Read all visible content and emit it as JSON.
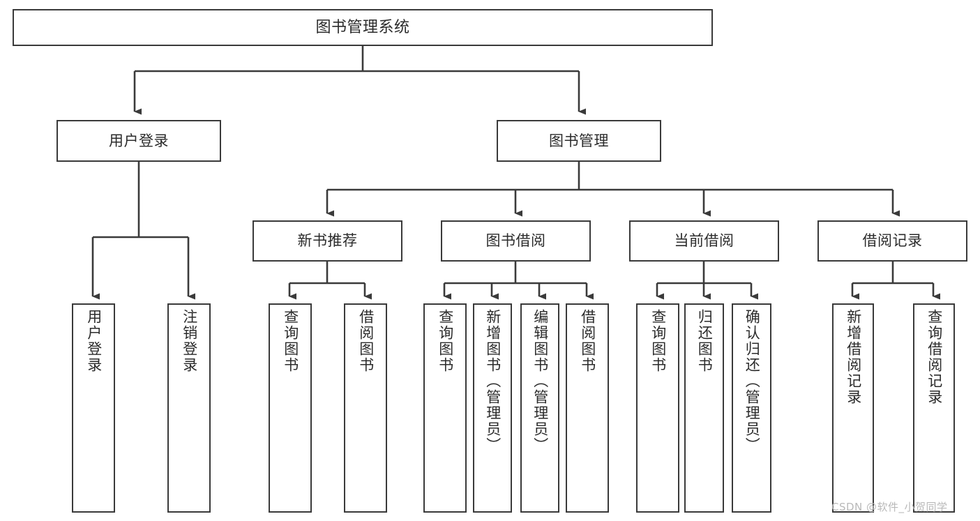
{
  "diagram": {
    "title": "图书管理系统",
    "watermark": "CSDN @软件_小贺同学",
    "line_color": "#3a3a3a",
    "text_color": "#2b2b2b",
    "background_color": "#ffffff",
    "nodes": {
      "root": "图书管理系统",
      "l1_user_login": "用户登录",
      "l1_book_manage": "图书管理",
      "l2_new_book_rec": "新书推荐",
      "l2_book_borrow": "图书借阅",
      "l2_current_borrow": "当前借阅",
      "l2_borrow_record": "借阅记录",
      "leaf_user_login": "用户登录",
      "leaf_logout_login": "注销登录",
      "leaf_query_book_1": "查询图书",
      "leaf_borrow_book_1": "借阅图书",
      "leaf_query_book_2": "查询图书",
      "leaf_add_book_admin": "新增图书（管理员）",
      "leaf_edit_book_admin": "编辑图书（管理员）",
      "leaf_borrow_book_2": "借阅图书",
      "leaf_query_book_3": "查询图书",
      "leaf_return_book": "归还图书",
      "leaf_confirm_return_admin": "确认归还（管理员）",
      "leaf_add_borrow_record": "新增借阅记录",
      "leaf_query_borrow_record": "查询借阅记录"
    }
  }
}
